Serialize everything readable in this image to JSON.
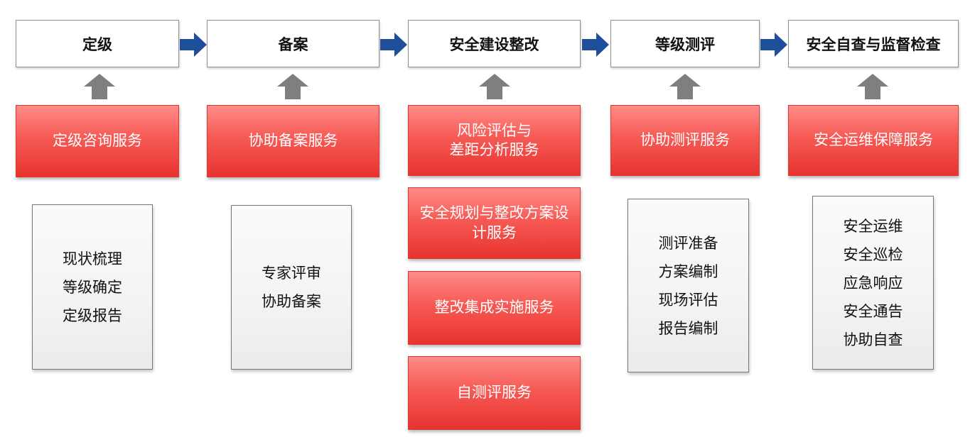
{
  "stages": [
    {
      "label": "定级"
    },
    {
      "label": "备案"
    },
    {
      "label": "安全建设整改"
    },
    {
      "label": "等级测评"
    },
    {
      "label": "安全自查与监督检查"
    }
  ],
  "services": [
    {
      "label": "定级咨询服务"
    },
    {
      "label": "协助备案服务"
    },
    {
      "label": "风险评估与\n差距分析服务"
    },
    {
      "label": "安全规划与整改方案设\n计服务"
    },
    {
      "label": "整改集成实施服务"
    },
    {
      "label": "自测评服务"
    },
    {
      "label": "协助测评服务"
    },
    {
      "label": "安全运维保障服务"
    }
  ],
  "details": [
    {
      "items": [
        "现状梳理",
        "等级确定",
        "定级报告"
      ]
    },
    {
      "items": [
        "专家评审",
        "协助备案"
      ]
    },
    {
      "items": [
        "测评准备",
        "方案编制",
        "现场评估",
        "报告编制"
      ]
    },
    {
      "items": [
        "安全运维",
        "安全巡检",
        "应急响应",
        "安全通告",
        "协助自查"
      ]
    }
  ],
  "colors": {
    "flow_arrow": "#1f4e9a",
    "up_arrow": "#7f7f7f",
    "service_red": "#f04a46",
    "detail_gray": "#f2f2f2"
  }
}
